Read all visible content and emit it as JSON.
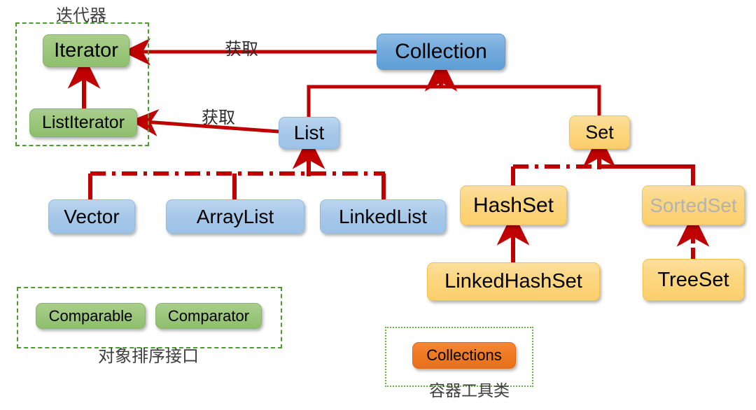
{
  "diagram": {
    "title_hint": "Java Collection Framework hierarchy",
    "colors": {
      "edge_red": "#c00000",
      "frame_green": "#4f9b2f",
      "frame_green_dotted": "#6ab43f",
      "node_green": "#9cc77d",
      "node_blue": "#74abdc",
      "node_lightblue": "#a8c9e9",
      "node_amber": "#fcd67f",
      "node_orange": "#ef7a24",
      "muted_text": "#b2b2b2",
      "text": "#000000",
      "background": "#ffffff"
    }
  },
  "groups": [
    {
      "id": "iterator-group",
      "caption": "迭代器",
      "style": "dashed-green"
    },
    {
      "id": "comparator-group",
      "caption": "对象排序接口",
      "style": "dashed-green"
    },
    {
      "id": "collections-group",
      "caption": "容器工具类",
      "style": "dotted-green"
    }
  ],
  "nodes": {
    "iterator": {
      "label": "Iterator",
      "color": "green"
    },
    "list_iterator": {
      "label": "ListIterator",
      "color": "green"
    },
    "collection": {
      "label": "Collection",
      "color": "blue"
    },
    "list": {
      "label": "List",
      "color": "lightblue"
    },
    "set": {
      "label": "Set",
      "color": "amber"
    },
    "vector": {
      "label": "Vector",
      "color": "lightblue"
    },
    "array_list": {
      "label": "ArrayList",
      "color": "lightblue"
    },
    "linked_list": {
      "label": "LinkedList",
      "color": "lightblue"
    },
    "hash_set": {
      "label": "HashSet",
      "color": "amber"
    },
    "sorted_set": {
      "label": "SortedSet",
      "color": "amber"
    },
    "linked_hash_set": {
      "label": "LinkedHashSet",
      "color": "amber"
    },
    "tree_set": {
      "label": "TreeSet",
      "color": "amber"
    },
    "comparable": {
      "label": "Comparable",
      "color": "green"
    },
    "comparator": {
      "label": "Comparator",
      "color": "green"
    },
    "collections": {
      "label": "Collections",
      "color": "orange"
    }
  },
  "edge_labels": {
    "collection_to_iterator": "获取",
    "list_to_list_iterator": "获取"
  },
  "edges": [
    {
      "from": "collection",
      "to": "iterator",
      "label": "获取",
      "style": "solid"
    },
    {
      "from": "list",
      "to": "list_iterator",
      "label": "获取",
      "style": "solid"
    },
    {
      "from": "list",
      "to": "collection",
      "label": "",
      "style": "solid"
    },
    {
      "from": "set",
      "to": "collection",
      "label": "",
      "style": "solid"
    },
    {
      "from": "vector",
      "to": "list",
      "label": "",
      "style": "dash-dot"
    },
    {
      "from": "array_list",
      "to": "list",
      "label": "",
      "style": "dash-dot"
    },
    {
      "from": "linked_list",
      "to": "list",
      "label": "",
      "style": "dash-dot"
    },
    {
      "from": "hash_set",
      "to": "set",
      "label": "",
      "style": "dash-dot"
    },
    {
      "from": "sorted_set",
      "to": "set",
      "label": "",
      "style": "solid"
    },
    {
      "from": "linked_hash_set",
      "to": "hash_set",
      "label": "",
      "style": "solid"
    },
    {
      "from": "tree_set",
      "to": "sorted_set",
      "label": "",
      "style": "dashed"
    },
    {
      "from": "list_iterator",
      "to": "iterator",
      "label": "",
      "style": "solid"
    }
  ]
}
